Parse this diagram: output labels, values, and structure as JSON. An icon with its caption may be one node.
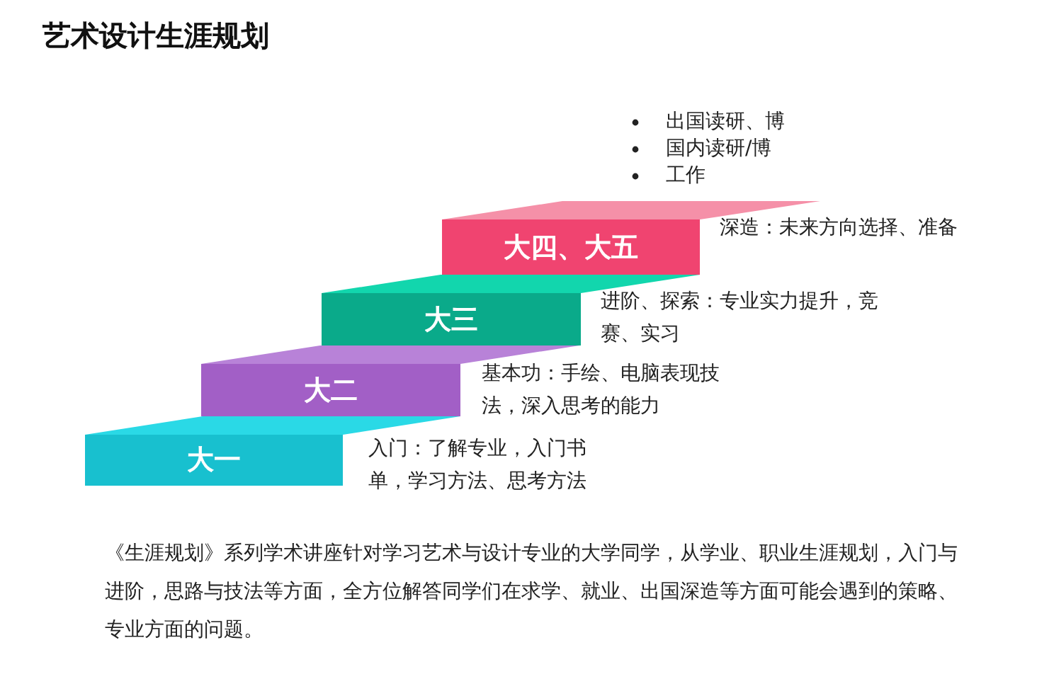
{
  "diagram": {
    "title": "艺术设计生涯规划",
    "nodes": [
      {
        "text": [
          "大四、大五"
        ],
        "beside": [
          "深造：未来方向选择、准备"
        ]
      },
      {
        "text": [
          "大三"
        ],
        "beside": [
          "进阶、探索：专业实力提升，竞赛、实习"
        ]
      },
      {
        "text": [
          "大二"
        ],
        "beside": [
          "基本功：手绘、电脑表现技法，深入思考的能力"
        ]
      },
      {
        "text": [
          "大一"
        ],
        "beside": [
          "入门：了解专业，入门书单，学习方法、思考方法"
        ]
      }
    ],
    "labels": [
      "出国读研、博",
      "国内读研/博",
      "工作"
    ],
    "caption": "《生涯规划》系列学术讲座针对学习艺术与设计专业的大学同学，从学业、职业生涯规划，入门与进阶，思路与技法等方面，全方位解答同学们在求学、就业、出国深造等方面可能会遇到的策略、专业方面的问题。"
  }
}
